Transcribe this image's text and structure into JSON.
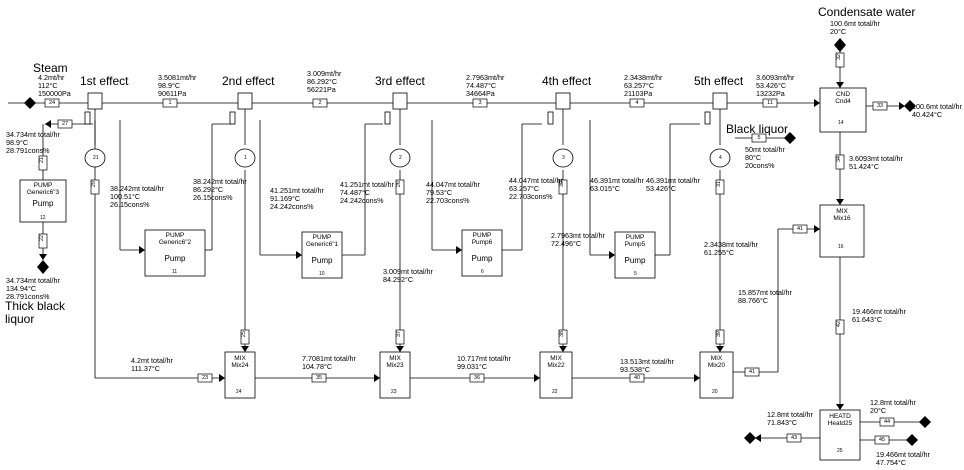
{
  "headers": {
    "steam": "Steam",
    "effect1": "1st effect",
    "effect2": "2nd effect",
    "effect3": "3rd effect",
    "effect4": "4th effect",
    "effect5": "5th effect",
    "condensate": "Condensate water",
    "black_liquor": "Black liquor",
    "thick_black_liquor": "Thick black\nliquor"
  },
  "streams": {
    "steam_in": "4.2mt/hr\n112°C\n150000Pa",
    "vap1": "3.5081mt/hr\n98.9°C\n90611Pa",
    "vap2": "3.009mt/hr\n86.292°C\n56221Pa",
    "vap3": "2.7963mt/hr\n74.487°C\n34664Pa",
    "vap4": "2.3438mt/hr\n63.257°C\n21103Pa",
    "vap5": "3.6093mt/hr\n53.426°C\n13232Pa",
    "cond_water_in": "100.6mt total/hr\n20°C",
    "cond_water_out": "100.6mt total/hr\n40.424°C",
    "liq1_out": "34.734mt total/hr\n98.9°C\n28.791cons%",
    "thick_out": "34.734mt total/hr\n134.94°C\n28.791cons%",
    "feed2_1": "38.242mt total/hr\n100.51°C\n26.15cons%",
    "liq2_out": "38.242mt total/hr\n86.292°C\n26.15cons%",
    "feed3_2": "41.251mt total/hr\n91.169°C\n24.242cons%",
    "liq3_out": "41.251mt total/hr\n74.487°C\n24.242cons%",
    "liq4_out": "44.047mt total/hr\n79.53°C\n22.703cons%",
    "feed4_3": "44.047mt total/hr\n63.257°C\n22.703cons%",
    "liq5_out": "46.391mt total/hr\n63.015°C",
    "feed5_4": "46.391mt total/hr\n53.426°C",
    "black_liquor_in": "50mt total/hr\n80°C\n20cons%",
    "cnd_out": "3.6093mt total/hr\n51.424°C",
    "cond3": "3.009mt total/hr\n84.292°C",
    "cond4": "2.7963mt total/hr\n72.496°C",
    "cond5": "2.3438mt total/hr\n61.255°C",
    "mix_in_16": "15.857mt total/hr\n88.766°C",
    "mix_out_16": "19.466mt total/hr\n61.643°C",
    "cond1": "4.2mt total/hr\n111.37°C",
    "mix24_out": "7.7081mt total/hr\n104.78°C",
    "mix23_out": "10.717mt total/hr\n99.031°C",
    "mix22_out": "13.513mt total/hr\n93.538°C",
    "heat_in": "12.8mt total/hr\n20°C",
    "heat_out": "12.8mt total/hr\n71.843°C",
    "heat_cond_out": "19.466mt total/hr\n47.754°C"
  },
  "boxes": {
    "pump12": {
      "head": "PUMP\nGeneric6\"3",
      "name": "Pump",
      "num": "12"
    },
    "pump11": {
      "head": "PUMP\nGeneric6\"2",
      "name": "Pump",
      "num": "11"
    },
    "pump10": {
      "head": "PUMP\nGeneric6\"1",
      "name": "Pump",
      "num": "10"
    },
    "pump6": {
      "head": "PUMP\nPump6",
      "name": "Pump",
      "num": "6"
    },
    "pump5": {
      "head": "PUMP\nPump5",
      "name": "Pump",
      "num": "5"
    },
    "cnd4": {
      "head": "CND\nCnd4",
      "num": "14"
    },
    "mix16": {
      "head": "MIX\nMix16",
      "num": "16"
    },
    "mix24": {
      "head": "MIX\nMix24",
      "num": "24"
    },
    "mix23": {
      "head": "MIX\nMix23",
      "num": "23"
    },
    "mix22": {
      "head": "MIX\nMix22",
      "num": "22"
    },
    "mix20": {
      "head": "MIX\nMix20",
      "num": "20"
    },
    "heat25": {
      "head": "HEATD\nHeatd25",
      "num": "25"
    }
  },
  "evap_nums": [
    "21",
    "1",
    "2",
    "3",
    "4"
  ],
  "tags": {
    "s24": "24",
    "s1": "1",
    "s2": "2",
    "s3": "3",
    "s4": "4",
    "s11": "11",
    "s27": "27",
    "s32": "32",
    "s33": "33",
    "s34": "34",
    "s5": "5",
    "s41": "41",
    "s42": "42",
    "s43": "43",
    "s44": "44",
    "s45": "45",
    "s23": "23",
    "s35": "35",
    "s36": "36",
    "s40": "40",
    "s41b": "41",
    "s21": "21",
    "s22": "22",
    "s29": "29",
    "s28": "28",
    "s30": "30",
    "s31": "31",
    "s26": "26",
    "s25": "25",
    "s37": "37",
    "s38": "38",
    "s39": "39"
  }
}
